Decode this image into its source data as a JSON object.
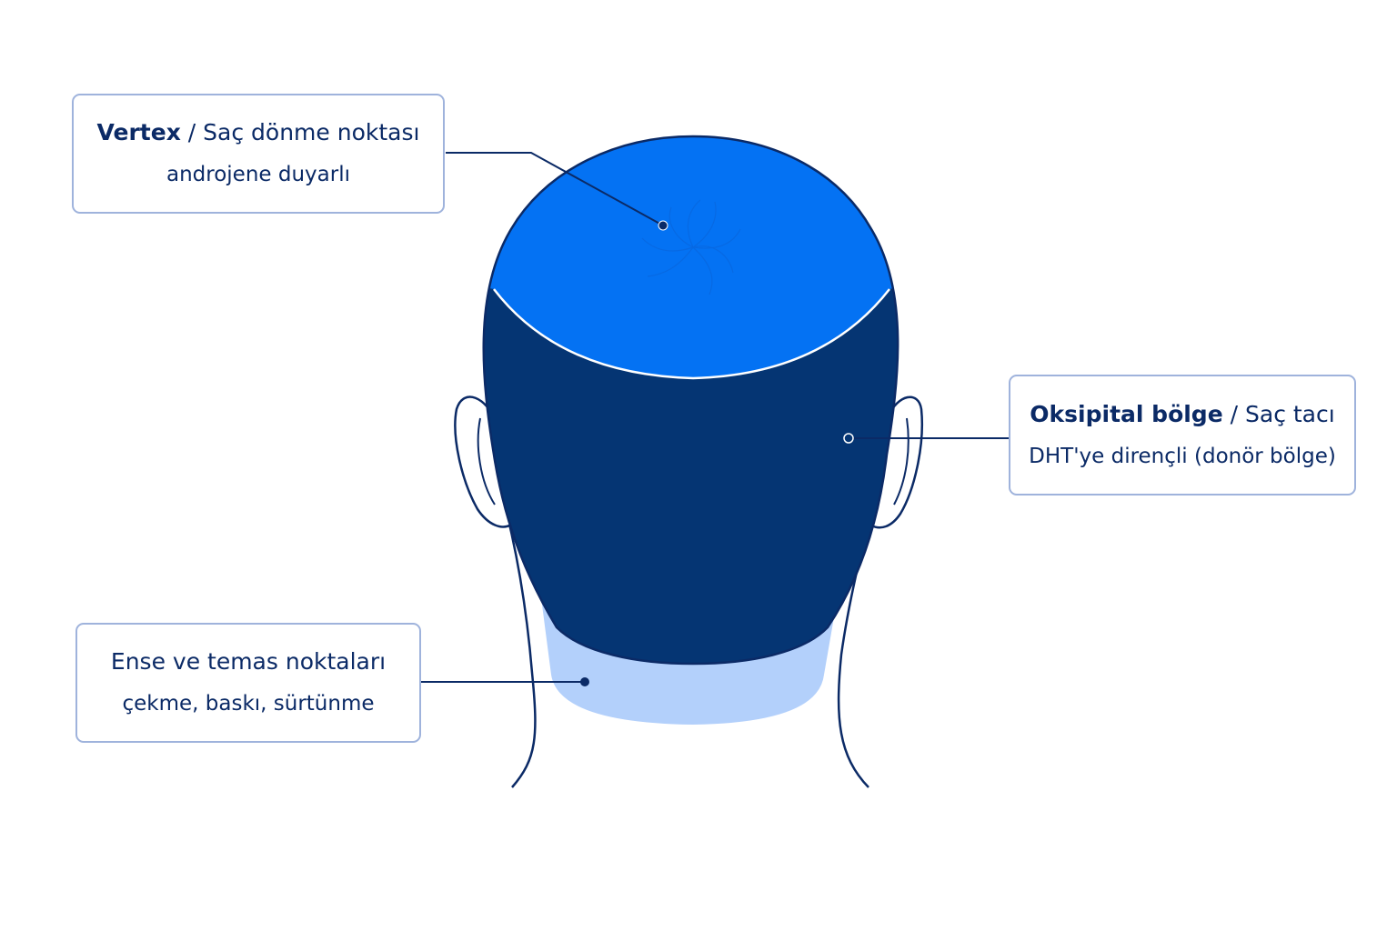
{
  "callouts": {
    "vertex": {
      "title": "Vertex",
      "separator": " / ",
      "subtitle": "Saç dönme noktası",
      "detail": "androjene duyarlı"
    },
    "occipital": {
      "title": "Oksipital bölge",
      "separator": " / ",
      "subtitle": "Saç tacı",
      "detail": "DHT'ye dirençli (donör bölge)"
    },
    "nape": {
      "title": "Ense ve temas noktaları",
      "detail": "çekme, baskı, sürtünme"
    }
  },
  "colors": {
    "vertex_zone": "#0472f3",
    "occipital_zone": "#053573",
    "nape_zone": "#b3d0fb",
    "outline": "#0b2a66",
    "callout_border": "#9fb3dc",
    "text": "#0b2a66"
  }
}
